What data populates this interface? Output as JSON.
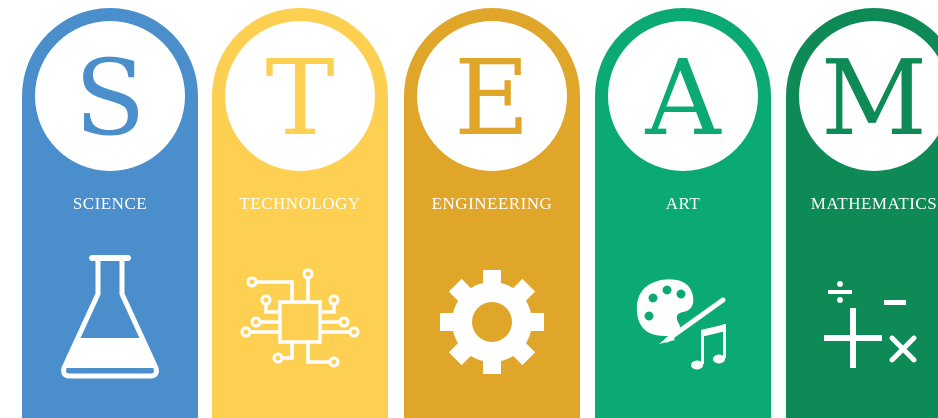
{
  "columns": [
    {
      "letter": "S",
      "label": "SCIENCE",
      "icon": "flask-icon",
      "color": "#4a8fcc"
    },
    {
      "letter": "T",
      "label": "TECHNOLOGY",
      "icon": "circuit-chip-icon",
      "color": "#fdd052"
    },
    {
      "letter": "E",
      "label": "ENGINEERING",
      "icon": "gear-icon",
      "color": "#dfa62a"
    },
    {
      "letter": "A",
      "label": "ART",
      "icon": "palette-music-icon",
      "color": "#0aaa72"
    },
    {
      "letter": "M",
      "label": "MATHEMATICS",
      "icon": "math-operators-icon",
      "color": "#0e8a56"
    }
  ]
}
